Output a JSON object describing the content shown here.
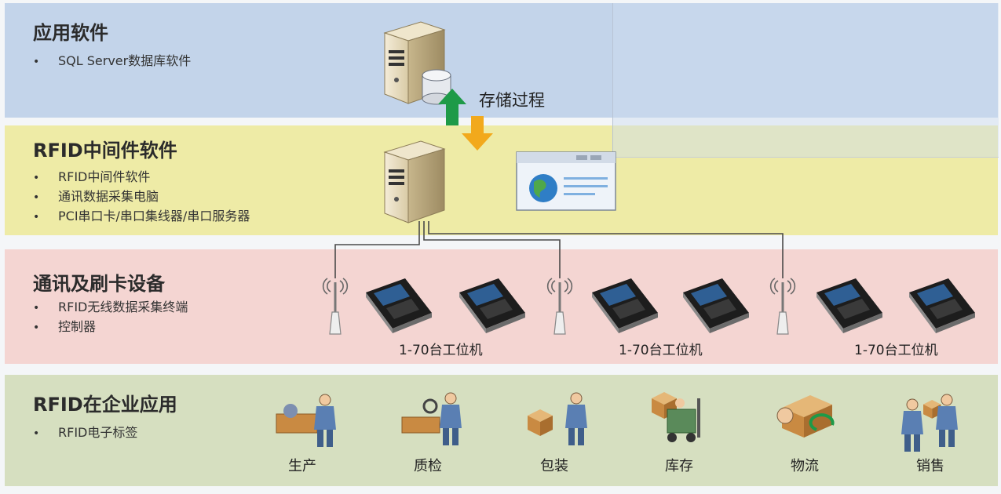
{
  "sections": {
    "app": {
      "title": "应用软件",
      "bullets": [
        "SQL Server数据库软件"
      ]
    },
    "middleware": {
      "title": "RFID中间件软件",
      "bullets": [
        "RFID中间件软件",
        "通讯数据采集电脑",
        "PCI串口卡/串口集线器/串口服务器"
      ]
    },
    "devices": {
      "title": "通讯及刷卡设备",
      "bullets": [
        "RFID无线数据采集终端",
        "控制器"
      ]
    },
    "enterprise": {
      "title": "RFID在企业应用",
      "bullets": [
        "RFID电子标签"
      ]
    }
  },
  "stored_procedure_label": "存储过程",
  "workstation_labels": [
    "1-70台工位机",
    "1-70台工位机",
    "1-70台工位机"
  ],
  "enterprise_stages": [
    "生产",
    "质检",
    "包装",
    "库存",
    "物流",
    "销售"
  ],
  "colors": {
    "app_band": "#c3d4ea",
    "middleware_band": "#eeeba6",
    "device_band": "#f4d5d2",
    "enterprise_band": "#d6dfc0",
    "arrow_up": "#1e9a48",
    "arrow_down": "#f2a91c"
  },
  "icons": {
    "server": "server-icon",
    "database": "database-icon",
    "window": "globe-window-icon",
    "antenna": "antenna-icon",
    "card_reader": "card-reader-icon"
  }
}
